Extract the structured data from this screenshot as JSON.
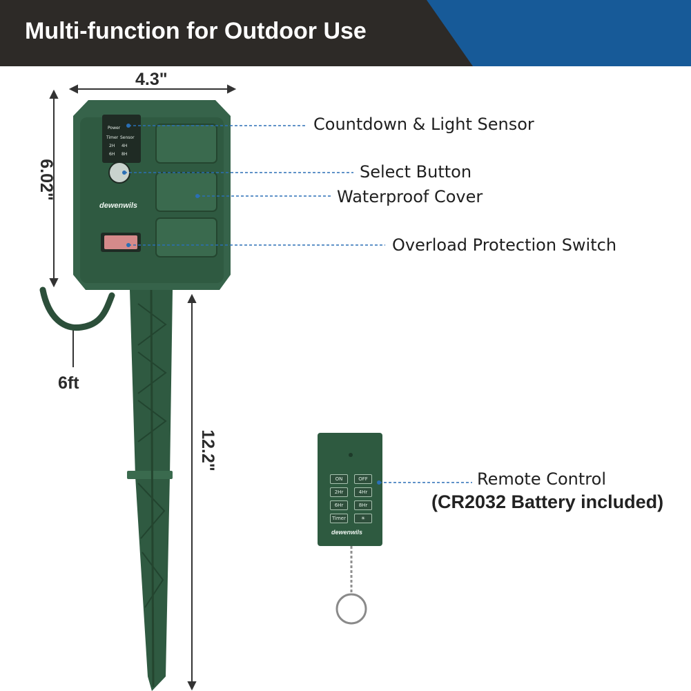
{
  "header": {
    "title": "Multi-function for Outdoor Use"
  },
  "dimensions": {
    "width": "4.3\"",
    "height": "6.02\"",
    "cord": "6ft",
    "stake": "12.2\""
  },
  "callouts": {
    "countdown": "Countdown & Light Sensor",
    "select": "Select Button",
    "cover": "Waterproof Cover",
    "overload": "Overload Protection Switch",
    "remote": "Remote Control",
    "battery": "(CR2032 Battery included)"
  },
  "panel": {
    "power": "Power",
    "timer": "Timer",
    "sensor": "Sensor",
    "h2": "2H",
    "h4": "4H",
    "h6": "6H",
    "h8": "8H",
    "brand": "dewenwils"
  },
  "remote": {
    "buttons": [
      "ON",
      "OFF",
      "2Hr",
      "4Hr",
      "6Hr",
      "8Hr",
      "Timer",
      "☀"
    ],
    "brand": "dewenwils"
  },
  "colors": {
    "header_dark": "#2d2a27",
    "header_blue": "#175a98",
    "product_green": "#2e5a40",
    "leader_blue": "#2a6fb5"
  }
}
